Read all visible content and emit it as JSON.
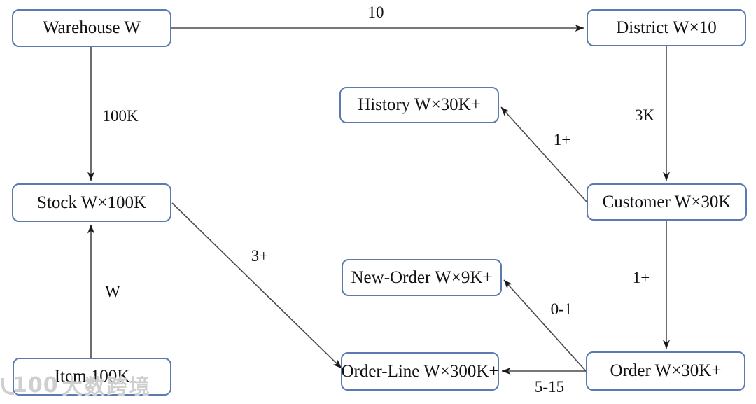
{
  "nodes": {
    "warehouse": {
      "label": "Warehouse W"
    },
    "district": {
      "label": "District W×10"
    },
    "history": {
      "label": "History W×30K+"
    },
    "stock": {
      "label": "Stock W×100K"
    },
    "customer": {
      "label": "Customer W×30K"
    },
    "new_order": {
      "label": "New-Order W×9K+"
    },
    "item": {
      "label": "Item 100K"
    },
    "order_line": {
      "label": "Order-Line W×300K+"
    },
    "order": {
      "label": "Order W×30K+"
    }
  },
  "edges": {
    "warehouse_district": {
      "from": "warehouse",
      "to": "district",
      "label": "10"
    },
    "warehouse_stock": {
      "from": "warehouse",
      "to": "stock",
      "label": "100K"
    },
    "district_customer": {
      "from": "district",
      "to": "customer",
      "label": "3K"
    },
    "customer_history": {
      "from": "customer",
      "to": "history",
      "label": "1+"
    },
    "customer_order": {
      "from": "customer",
      "to": "order",
      "label": "1+"
    },
    "order_new_order": {
      "from": "order",
      "to": "new_order",
      "label": "0-1"
    },
    "order_order_line": {
      "from": "order",
      "to": "order_line",
      "label": "5-15"
    },
    "stock_order_line": {
      "from": "stock",
      "to": "order_line",
      "label": "3+"
    },
    "item_stock": {
      "from": "item",
      "to": "stock",
      "label": "W"
    }
  },
  "watermark": {
    "logo": "100",
    "text": "大数跨境"
  },
  "colors": {
    "box_border": "#5b7ab0",
    "box_fill": "#ffffff",
    "line": "#4a4a4a",
    "arrowhead": "#1a1a1a",
    "text": "#111111",
    "background": "#ffffff"
  }
}
